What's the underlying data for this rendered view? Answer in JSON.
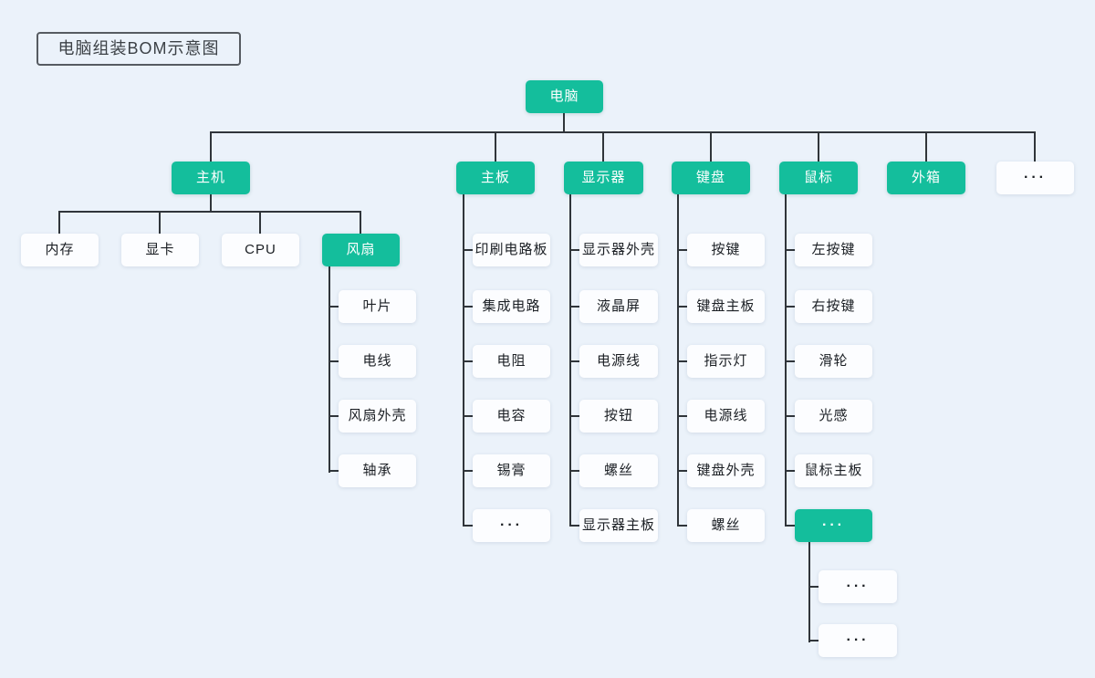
{
  "title": "电脑组装BOM示意图",
  "colors": {
    "background": "#ebf2fa",
    "accent_green": "#14be9c",
    "node_white": "#fcfdff",
    "connector": "#30353a",
    "text_dark": "#1b1f24",
    "text_on_green": "#ffffff"
  },
  "tree": {
    "root": {
      "label": "电脑"
    },
    "branches": [
      {
        "label": "主机",
        "children": [
          {
            "label": "内存"
          },
          {
            "label": "显卡"
          },
          {
            "label": "CPU"
          },
          {
            "label": "风扇",
            "children": [
              {
                "label": "叶片"
              },
              {
                "label": "电线"
              },
              {
                "label": "风扇外壳"
              },
              {
                "label": "轴承"
              }
            ]
          }
        ]
      },
      {
        "label": "主板",
        "children": [
          {
            "label": "印刷电路板"
          },
          {
            "label": "集成电路"
          },
          {
            "label": "电阻"
          },
          {
            "label": "电容"
          },
          {
            "label": "锡膏"
          },
          {
            "label": "···"
          }
        ]
      },
      {
        "label": "显示器",
        "children": [
          {
            "label": "显示器外壳"
          },
          {
            "label": "液晶屏"
          },
          {
            "label": "电源线"
          },
          {
            "label": "按钮"
          },
          {
            "label": "螺丝"
          },
          {
            "label": "显示器主板"
          }
        ]
      },
      {
        "label": "键盘",
        "children": [
          {
            "label": "按键"
          },
          {
            "label": "键盘主板"
          },
          {
            "label": "指示灯"
          },
          {
            "label": "电源线"
          },
          {
            "label": "键盘外壳"
          },
          {
            "label": "螺丝"
          }
        ]
      },
      {
        "label": "鼠标",
        "children": [
          {
            "label": "左按键"
          },
          {
            "label": "右按键"
          },
          {
            "label": "滑轮"
          },
          {
            "label": "光感"
          },
          {
            "label": "鼠标主板"
          },
          {
            "label": "···",
            "children": [
              {
                "label": "···"
              },
              {
                "label": "···"
              }
            ]
          }
        ]
      },
      {
        "label": "外箱"
      },
      {
        "label": "···"
      }
    ]
  }
}
